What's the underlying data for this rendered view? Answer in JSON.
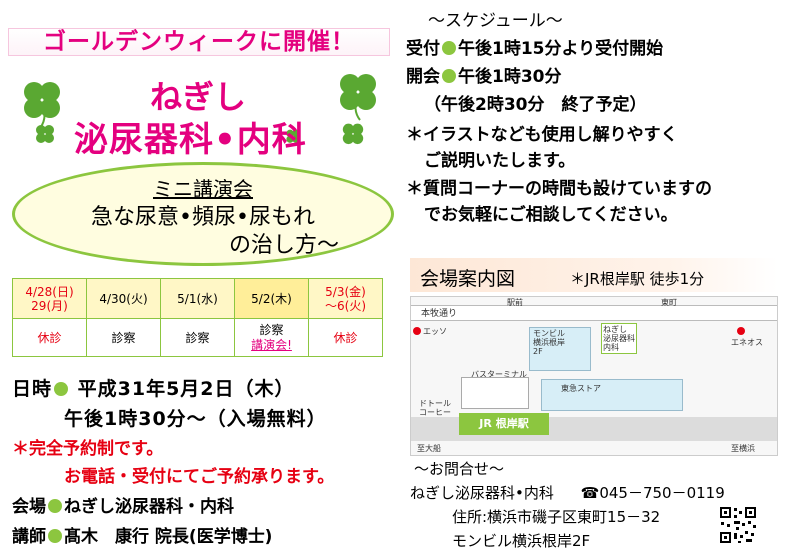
{
  "header": {
    "banner": "ゴールデンウィークに開催！",
    "clinic_name_line1": "ねぎし",
    "clinic_name_line2": "泌尿器科•内科"
  },
  "lecture": {
    "heading": "ミニ講演会",
    "title_line1": "急な尿意•頻尿•尿もれ",
    "title_line2": "の治し方～"
  },
  "schedule_table": {
    "dates": [
      "4/28(日)\n29(月)",
      "4/30(火)",
      "5/1(水)",
      "5/2(木)",
      "5/3(金)\n～6(火)"
    ],
    "status": [
      "休診",
      "診察",
      "診察",
      "診察",
      "休診"
    ],
    "special": "講演会!"
  },
  "event": {
    "date_label": "日時",
    "date_value": "平成31年5月2日（木）",
    "time_value": "午後1時30分～（入場無料）",
    "reservation_note": "＊完全予約制です。",
    "reservation_contact": "お電話・受付にてご予約承ります。",
    "venue_label": "会場",
    "venue_value": "ねぎし泌尿器科・内科",
    "speaker_label": "講師",
    "speaker_value": "髙木　康行 院長(医学博士)"
  },
  "schedule": {
    "heading": "～スケジュール～",
    "reception_label": "受付",
    "reception_value": "午後1時15分より受付開始",
    "opening_label": "開会",
    "opening_value": "午後1時30分",
    "end_value": "（午後2時30分　終了予定）",
    "note1_line1": "＊イラストなども使用し解りやすく",
    "note1_line2": "ご説明いたします。",
    "note2_line1": "＊質問コーナーの時間も設けていますの",
    "note2_line2": "でお気軽にご相談してください。"
  },
  "map": {
    "title": "会場案内図",
    "access": "＊JR根岸駅 徒歩1分",
    "labels": {
      "street": "本牧通り",
      "station_front": "駅前",
      "higashicho": "東町",
      "eneos_left": "エッソ",
      "eneos_right": "エネオス",
      "building": "モンビル\n横浜根岸\n2F",
      "clinic": "ねぎし\n泌尿器科\n内科",
      "bus_terminal": "バスターミナル",
      "tokyu": "東急ストア",
      "doutor": "ドトール\nコーヒー",
      "station": "JR 根岸駅",
      "to_ofuna": "至大船",
      "to_yokohama": "至横浜"
    }
  },
  "contact": {
    "heading": "～お問合せ～",
    "name": "ねぎし泌尿器科•内科",
    "phone": "☎045－750－0119",
    "address": "住所:横浜市磯子区東町15－32",
    "building": "モンビル横浜根岸2F"
  },
  "colors": {
    "pink": "#e4007f",
    "green": "#8cc63f",
    "red": "#e60012"
  }
}
